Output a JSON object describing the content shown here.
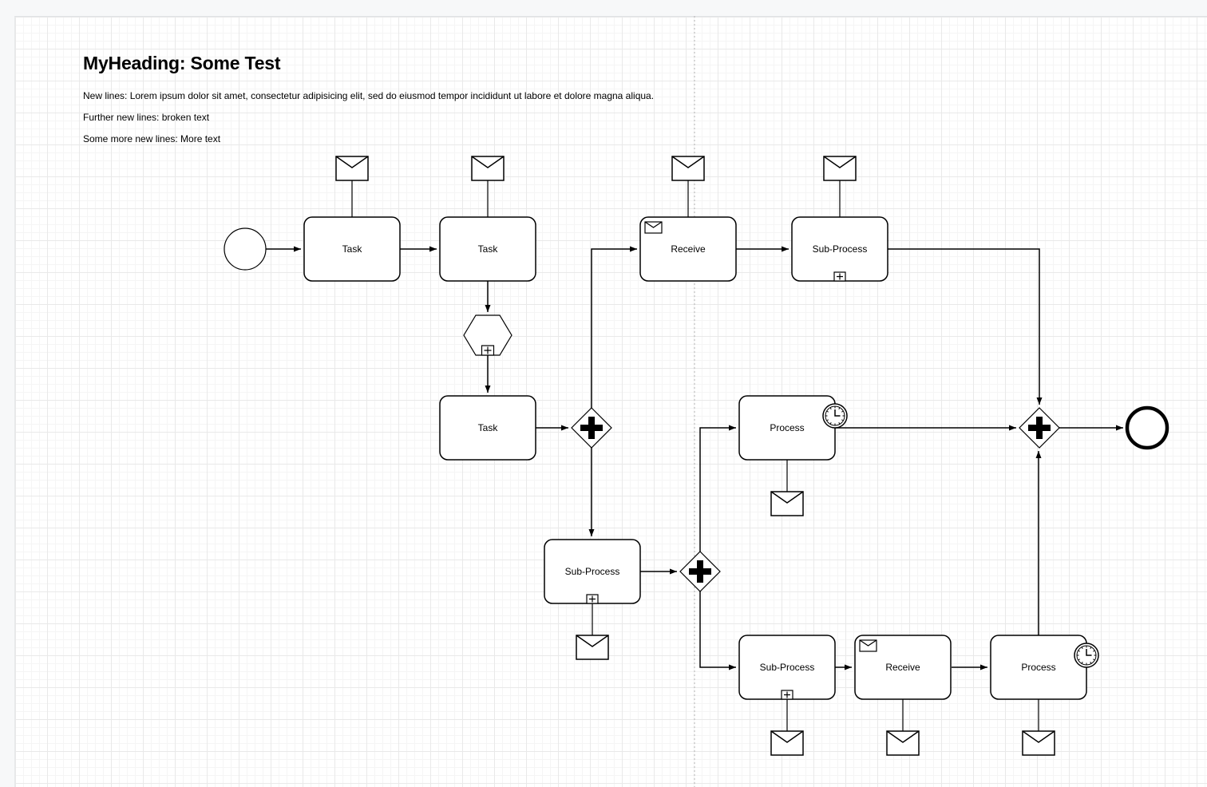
{
  "window": {
    "background": "#f7f8f9",
    "canvas_background": "#ffffff"
  },
  "header": {
    "heading": "MyHeading: Some Test",
    "paragraphs": [
      "New lines: Lorem ipsum dolor sit amet, consectetur adipisicing elit, sed do eiusmod tempor incididunt ut labore et dolore magna aliqua.",
      "Further new lines: broken text",
      "Some more new lines: More text"
    ]
  },
  "diagram": {
    "labels": {
      "task1": "Task",
      "task2": "Task",
      "task3": "Task",
      "receive1": "Receive",
      "subprocess1": "Sub-Process",
      "process1": "Process",
      "subprocess2": "Sub-Process",
      "subprocess3": "Sub-Process",
      "receive2": "Receive",
      "process2": "Process"
    },
    "icons": [
      "message-envelope-icon",
      "timer-clock-icon",
      "parallel-gateway-plus-icon",
      "subprocess-plus-marker-icon"
    ],
    "colors": {
      "shape_stroke": "#000000",
      "shape_fill": "#ffffff",
      "grid_minor": "#f5f5f5",
      "grid_major": "#e9e9e9",
      "page_break_line": "#b3b3b3",
      "text": "#000000"
    }
  }
}
